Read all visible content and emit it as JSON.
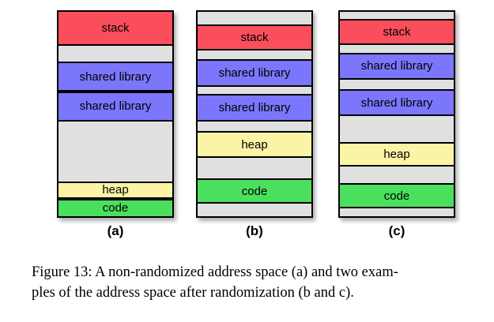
{
  "figure": {
    "caption_line_1": "Figure 13: A non-randomized address space (a) and two exam-",
    "caption_line_2": "ples of the address space after randomization (b and c).",
    "caption_full": "Figure 13: A non-randomized address space (a) and two examples of the address space after randomization (b and c)."
  },
  "colors": {
    "stack": "#fb4e5c",
    "shared_library": "#7b76fb",
    "heap": "#fbf3a5",
    "code": "#4ae05e",
    "free_space": "#e0e0e0",
    "border": "#000000",
    "page_background": "#ffffff"
  },
  "labels": {
    "stack": "stack",
    "shared_library": "shared library",
    "heap": "heap",
    "code": "code"
  },
  "columns": [
    {
      "id": "a",
      "label": "(a)",
      "segments": [
        {
          "kind": "stack",
          "label": "stack",
          "height_pct": 16.5
        },
        {
          "kind": "gap",
          "label": "",
          "height_pct": 8.0
        },
        {
          "kind": "shlib",
          "label": "shared library",
          "height_pct": 14.5
        },
        {
          "kind": "shlib",
          "label": "shared library",
          "height_pct": 14.5
        },
        {
          "kind": "gap",
          "label": "",
          "height_pct": 29.5
        },
        {
          "kind": "heap",
          "label": "heap",
          "height_pct": 8.5
        },
        {
          "kind": "code",
          "label": "code",
          "height_pct": 8.5
        }
      ]
    },
    {
      "id": "b",
      "label": "(b)",
      "segments": [
        {
          "kind": "gap",
          "label": "",
          "height_pct": 6.0
        },
        {
          "kind": "stack",
          "label": "stack",
          "height_pct": 13.0
        },
        {
          "kind": "gap",
          "label": "",
          "height_pct": 4.0
        },
        {
          "kind": "shlib",
          "label": "shared library",
          "height_pct": 13.5
        },
        {
          "kind": "gap",
          "label": "",
          "height_pct": 3.5
        },
        {
          "kind": "shlib",
          "label": "shared library",
          "height_pct": 13.5
        },
        {
          "kind": "gap",
          "label": "",
          "height_pct": 5.0
        },
        {
          "kind": "heap",
          "label": "heap",
          "height_pct": 13.0
        },
        {
          "kind": "gap",
          "label": "",
          "height_pct": 10.0
        },
        {
          "kind": "code",
          "label": "code",
          "height_pct": 12.5
        },
        {
          "kind": "gap",
          "label": "",
          "height_pct": 6.0
        }
      ]
    },
    {
      "id": "c",
      "label": "(c)",
      "segments": [
        {
          "kind": "gap",
          "label": "",
          "height_pct": 3.5
        },
        {
          "kind": "stack",
          "label": "stack",
          "height_pct": 13.0
        },
        {
          "kind": "gap",
          "label": "",
          "height_pct": 4.0
        },
        {
          "kind": "shlib",
          "label": "shared library",
          "height_pct": 13.5
        },
        {
          "kind": "gap",
          "label": "",
          "height_pct": 5.0
        },
        {
          "kind": "shlib",
          "label": "shared library",
          "height_pct": 13.5
        },
        {
          "kind": "gap",
          "label": "",
          "height_pct": 13.0
        },
        {
          "kind": "heap",
          "label": "heap",
          "height_pct": 12.5
        },
        {
          "kind": "gap",
          "label": "",
          "height_pct": 8.5
        },
        {
          "kind": "code",
          "label": "code",
          "height_pct": 12.5
        },
        {
          "kind": "gap",
          "label": "",
          "height_pct": 4.0
        }
      ]
    }
  ]
}
